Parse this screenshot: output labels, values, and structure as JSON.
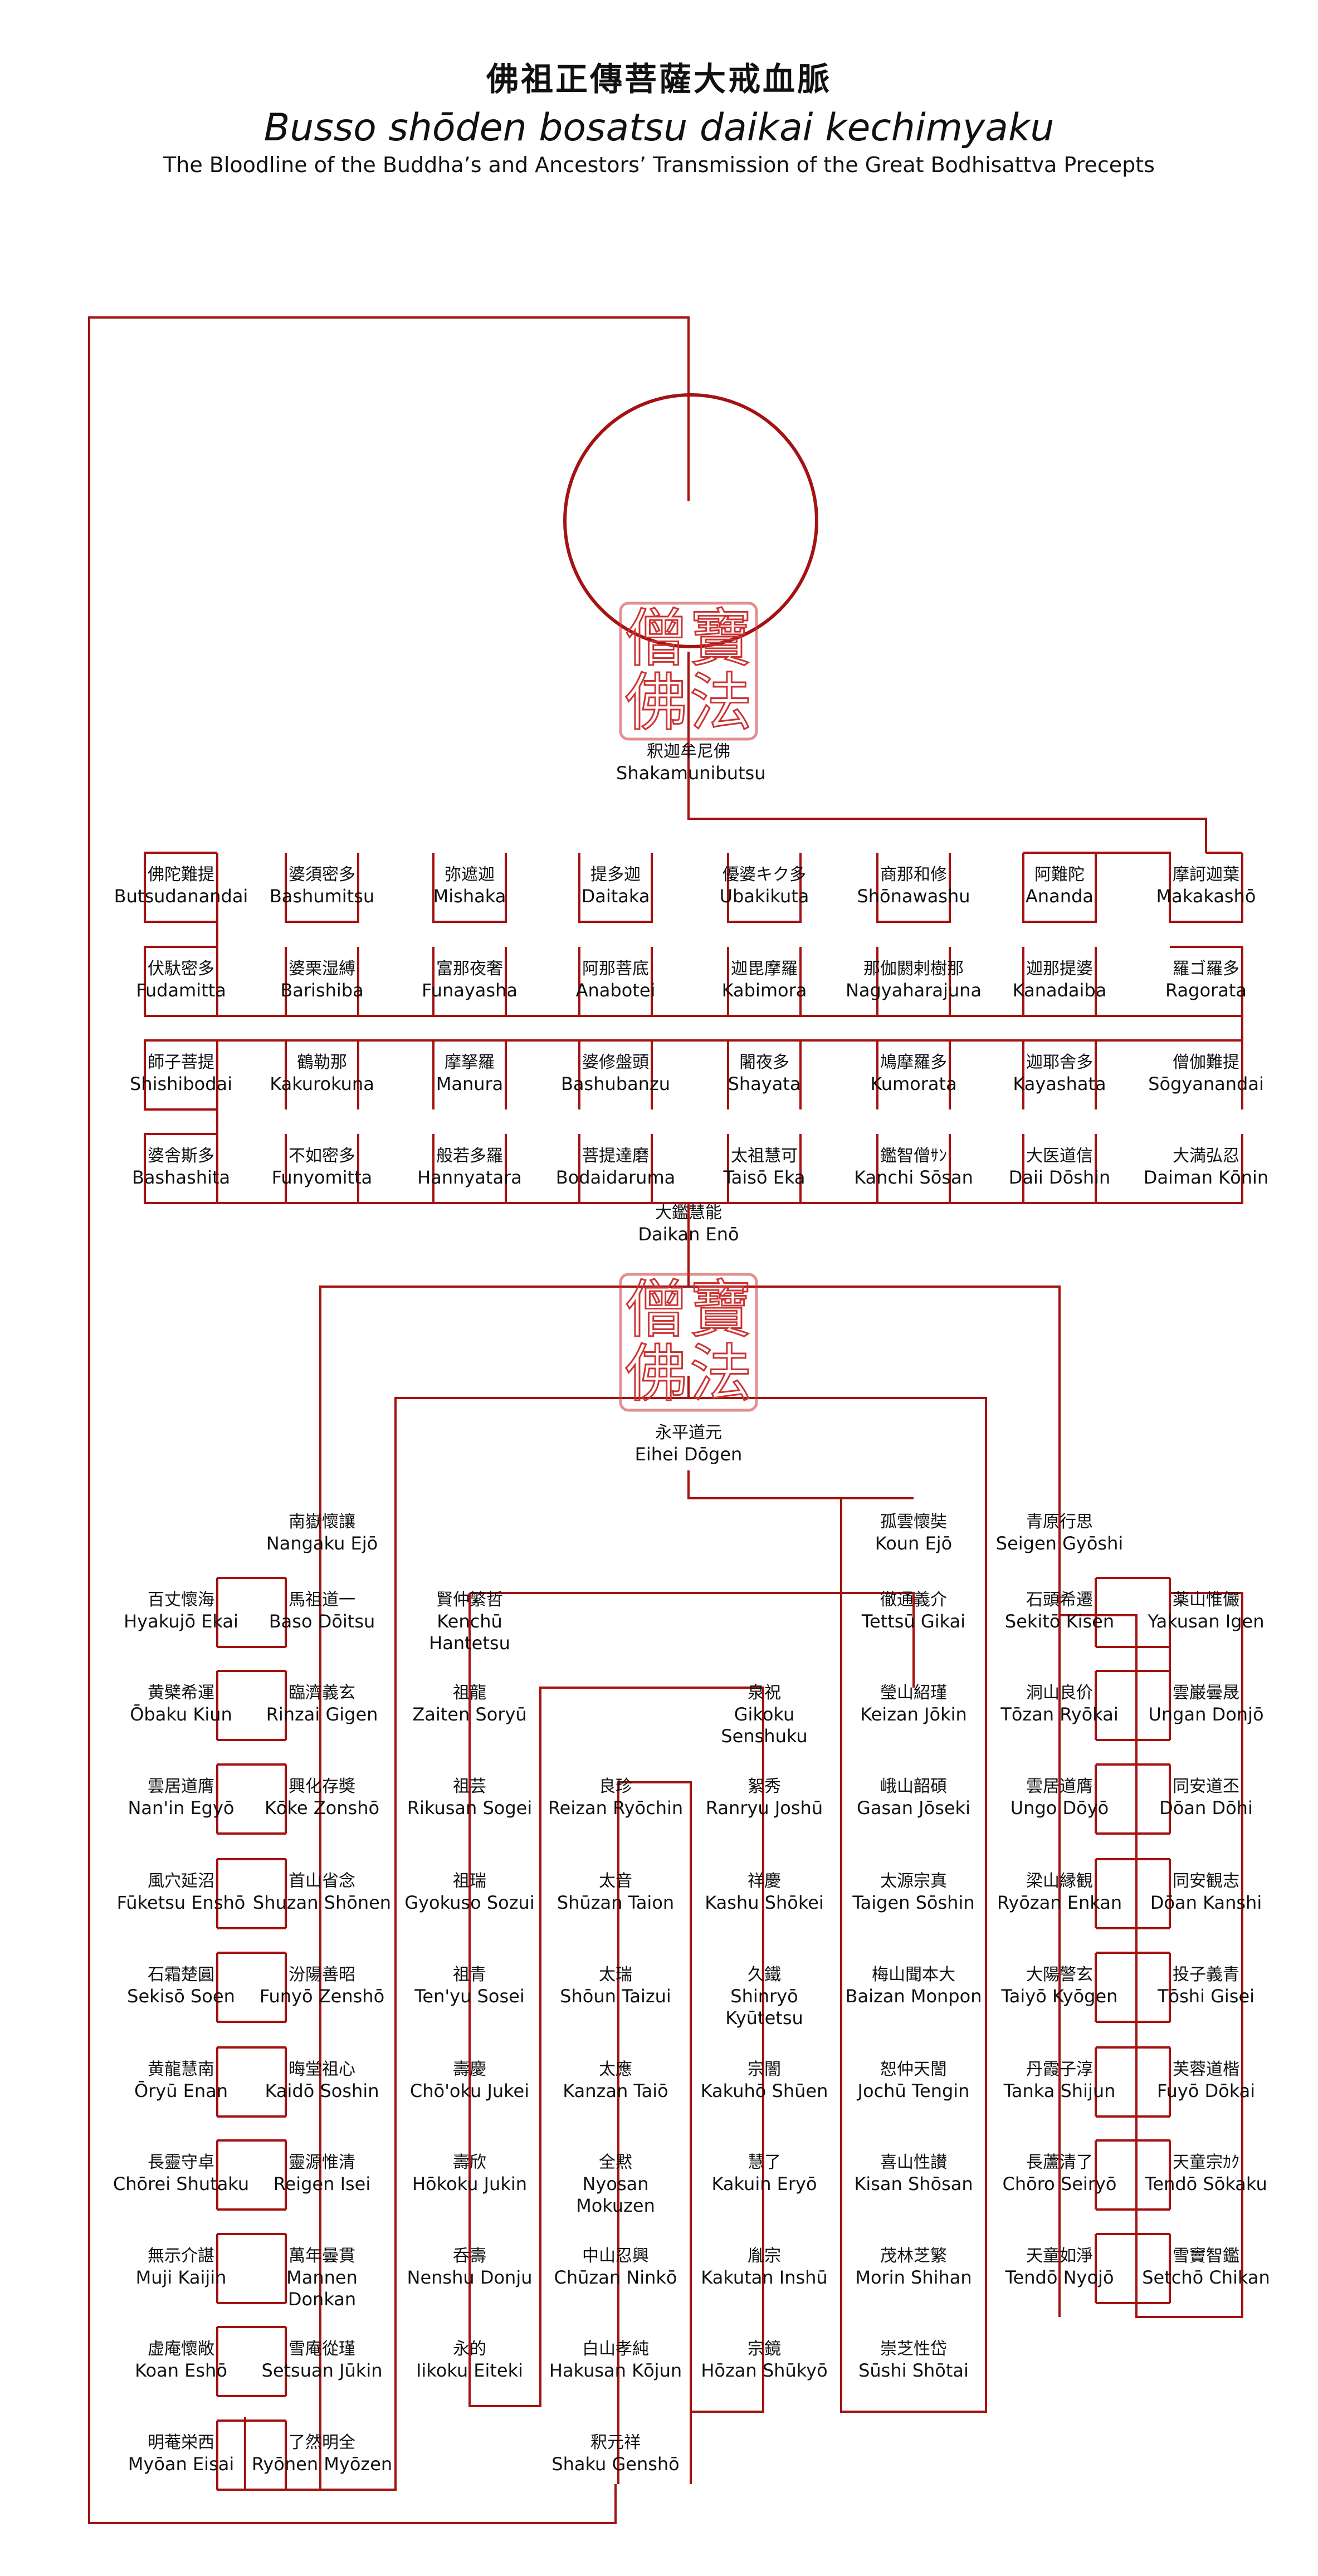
{
  "title": {
    "kanji": "佛祖正傳菩薩大戒血脈",
    "romaji": "Busso shōden bosatsu daikai kechimyaku",
    "english": "The Bloodline of the Buddha’s and Ancestors’ Transmission of the Great Bodhisattva Precepts"
  },
  "colors": {
    "line": "#a51212",
    "seal": "#cc3333",
    "text": "#111111"
  },
  "seal_text": "佛法僧寶",
  "nodes": {
    "shakamunibutsu": {
      "jp": "釈迦牟尼佛",
      "ro": "Shakamunibutsu"
    },
    "makakasho": {
      "jp": "摩訶迦葉",
      "ro": "Makakashō"
    },
    "ananda": {
      "jp": "阿難陀",
      "ro": "Ananda"
    },
    "shonawashu": {
      "jp": "商那和修",
      "ro": "Shōnawashu"
    },
    "ubakikuta": {
      "jp": "優婆キク多",
      "ro": "Ubakikuta"
    },
    "daitaka": {
      "jp": "提多迦",
      "ro": "Daitaka"
    },
    "mishaka": {
      "jp": "弥遮迦",
      "ro": "Mishaka"
    },
    "bashumitsu": {
      "jp": "婆須密多",
      "ro": "Bashumitsu"
    },
    "butsudanandai": {
      "jp": "佛陀難提",
      "ro": "Butsudanandai"
    },
    "fudamitta": {
      "jp": "伏馱密多",
      "ro": "Fudamitta"
    },
    "barishiba": {
      "jp": "婆栗湿縛",
      "ro": "Barishiba"
    },
    "funayasha": {
      "jp": "富那夜奢",
      "ro": "Funayasha"
    },
    "anabotei": {
      "jp": "阿那菩底",
      "ro": "Anabotei"
    },
    "kabimora": {
      "jp": "迦毘摩羅",
      "ro": "Kabimora"
    },
    "nagyaharajuna": {
      "jp": "那伽閼剌樹那",
      "ro": "Nagyaharajuna"
    },
    "kanadaiba": {
      "jp": "迦那提婆",
      "ro": "Kanadaiba"
    },
    "ragorata": {
      "jp": "羅ゴ羅多",
      "ro": "Ragorata"
    },
    "sogyanandai": {
      "jp": "僧伽難提",
      "ro": "Sōgyanandai"
    },
    "kayashata": {
      "jp": "迦耶舎多",
      "ro": "Kayashata"
    },
    "kumorata": {
      "jp": "鳩摩羅多",
      "ro": "Kumorata"
    },
    "shayata": {
      "jp": "闍夜多",
      "ro": "Shayata"
    },
    "bashubanzu": {
      "jp": "婆修盤頭",
      "ro": "Bashubanzu"
    },
    "manura": {
      "jp": "摩拏羅",
      "ro": "Manura"
    },
    "kakurokuna": {
      "jp": "鶴勒那",
      "ro": "Kakurokuna"
    },
    "shishibodai": {
      "jp": "師子菩提",
      "ro": "Shishibodai"
    },
    "bashashita": {
      "jp": "婆舎斯多",
      "ro": "Bashashita"
    },
    "funyomitta": {
      "jp": "不如密多",
      "ro": "Funyomitta"
    },
    "hannyatara": {
      "jp": "般若多羅",
      "ro": "Hannyatara"
    },
    "bodaidaruma": {
      "jp": "菩提達磨",
      "ro": "Bodaidaruma"
    },
    "taiso_eka": {
      "jp": "太祖慧可",
      "ro": "Taisō Eka"
    },
    "kanchi_sosan": {
      "jp": "鑑智僧ｻﾝ",
      "ro": "Kanchi Sōsan"
    },
    "daii_doshin": {
      "jp": "大医道信",
      "ro": "Daii Dōshin"
    },
    "daiman_konin": {
      "jp": "大満弘忍",
      "ro": "Daiman Kōnin"
    },
    "daikan_eno": {
      "jp": "大鑑慧能",
      "ro": "Daikan Enō"
    },
    "eihei_dogen": {
      "jp": "永平道元",
      "ro": "Eihei Dōgen"
    },
    "nangaku_ejo": {
      "jp": "南嶽懷讓",
      "ro": "Nangaku Ejō"
    },
    "baso_doitsu": {
      "jp": "馬祖道一",
      "ro": "Baso Dōitsu"
    },
    "hyakujo_ekai": {
      "jp": "百丈懷海",
      "ro": "Hyakujō Ekai"
    },
    "obaku_kiun": {
      "jp": "黄檗希運",
      "ro": "Ōbaku Kiun"
    },
    "rinzai_gigen": {
      "jp": "臨濟義玄",
      "ro": "Rinzai Gigen"
    },
    "koke_zonsho": {
      "jp": "興化存奬",
      "ro": "Kōke Zonshō"
    },
    "nanin_egyo": {
      "jp": "雲居道膺",
      "ro": "Nan'in Egyō"
    },
    "fuketsu_ensho": {
      "jp": "風穴延沼",
      "ro": "Fūketsu Enshō"
    },
    "shuzan_shonen": {
      "jp": "首山省念",
      "ro": "Shuzan Shōnen"
    },
    "funyo_zensho": {
      "jp": "汾陽善昭",
      "ro": "Funyō Zenshō"
    },
    "sekiso_soen": {
      "jp": "石霜楚圓",
      "ro": "Sekisō Soen"
    },
    "oryu_enan": {
      "jp": "黄龍慧南",
      "ro": "Ōryū Enan"
    },
    "kaido_soshin": {
      "jp": "晦堂祖心",
      "ro": "Kaidō Soshin"
    },
    "reigen_isei": {
      "jp": "靈源惟清",
      "ro": "Reigen Isei"
    },
    "chorei_shutaku": {
      "jp": "長靈守卓",
      "ro": "Chōrei Shutaku"
    },
    "muji_kaijin": {
      "jp": "無示介諶",
      "ro": "Muji Kaijin"
    },
    "mannen_donkan": {
      "jp": "萬年曇貫",
      "ro": "Mannen Donkan"
    },
    "setsuan_jukin": {
      "jp": "雪庵從瑾",
      "ro": "Setsuan Jūkin"
    },
    "koan_esho": {
      "jp": "虚庵懷敞",
      "ro": "Koan Eshō"
    },
    "myoan_eisai": {
      "jp": "明菴栄西",
      "ro": "Myōan Eisai"
    },
    "ryonen_myozen": {
      "jp": "了然明全",
      "ro": "Ryōnen Myōzen"
    },
    "kenchu_hantetsu": {
      "jp": "賢仲繁哲",
      "ro": "Kenchū Hantetsu"
    },
    "zaiten_soryu": {
      "jp": "祖龍",
      "ro": "Zaiten Soryū"
    },
    "rikusan_sogei": {
      "jp": "祖芸",
      "ro": "Rikusan Sogei"
    },
    "gyokuso_sozui": {
      "jp": "祖瑞",
      "ro": "Gyokuso Sozui"
    },
    "tenyu_sosei": {
      "jp": "祖青",
      "ro": "Ten'yu Sosei"
    },
    "chooku_jukei": {
      "jp": "壽慶",
      "ro": "Chō'oku Jukei"
    },
    "hokoku_jukin": {
      "jp": "壽欣",
      "ro": "Hōkoku Jukin"
    },
    "nenshu_donju": {
      "jp": "呑壽",
      "ro": "Nenshu Donju"
    },
    "iikoku_eiteki": {
      "jp": "永的",
      "ro": "Iikoku Eiteki"
    },
    "reizan_ryochin": {
      "jp": "良珍",
      "ro": "Reizan Ryōchin"
    },
    "shuzan_taion": {
      "jp": "太音",
      "ro": "Shūzan Taion"
    },
    "shoun_taizui": {
      "jp": "太瑞",
      "ro": "Shōun Taizui"
    },
    "kanzan_taio": {
      "jp": "太應",
      "ro": "Kanzan Taiō"
    },
    "nyosan_mokuzen": {
      "jp": "全黙",
      "ro": "Nyosan Mokuzen"
    },
    "chuzan_ninko": {
      "jp": "中山忍興",
      "ro": "Chūzan Ninkō"
    },
    "hakusan_kojun": {
      "jp": "白山孝純",
      "ro": "Hakusan Kōjun"
    },
    "shaku_gensho": {
      "jp": "釈元祥",
      "ro": "Shaku Genshō"
    },
    "gikoku_senshuku": {
      "jp": "泉祝",
      "ro": "Gikoku Senshuku"
    },
    "ranryu_josho": {
      "jp": "絮秀",
      "ro": "Ranryu Joshū"
    },
    "kashu_shokei": {
      "jp": "祥慶",
      "ro": "Kashu Shōkei"
    },
    "shinryo_kyutetsu": {
      "jp": "久鐵",
      "ro": "Shinryō Kyūtetsu"
    },
    "kakuho_shuen": {
      "jp": "宗闇",
      "ro": "Kakuhō Shūen"
    },
    "kakuin_eryo": {
      "jp": "慧了",
      "ro": "Kakuin Eryō"
    },
    "kakutan_inshu": {
      "jp": "胤宗",
      "ro": "Kakutan Inshū"
    },
    "hozan_shukyo": {
      "jp": "宗鏡",
      "ro": "Hōzan Shūkyō"
    },
    "koun_ejo": {
      "jp": "孤雲懷奘",
      "ro": "Koun Ejō"
    },
    "tettsu_gikai": {
      "jp": "徹通義介",
      "ro": "Tettsū Gikai"
    },
    "keizan_jokin": {
      "jp": "瑩山紹瑾",
      "ro": "Keizan Jōkin"
    },
    "gasan_joseki": {
      "jp": "峨山韶碩",
      "ro": "Gasan Jōseki"
    },
    "taigen_soshin": {
      "jp": "太源宗真",
      "ro": "Taigen Sōshin"
    },
    "baizan_monpon": {
      "jp": "梅山聞本大",
      "ro": "Baizan Monpon"
    },
    "jochu_tengin": {
      "jp": "恕仲天誾",
      "ro": "Jochū Tengin"
    },
    "kisan_shosan": {
      "jp": "喜山性讃",
      "ro": "Kisan Shōsan"
    },
    "morin_shihan": {
      "jp": "茂林芝繁",
      "ro": "Morin Shihan"
    },
    "sushi_shotai": {
      "jp": "崇芝性岱",
      "ro": "Sūshi Shōtai"
    },
    "seigen_gyoshi": {
      "jp": "青原行思",
      "ro": "Seigen Gyōshi"
    },
    "sekito_kisen": {
      "jp": "石頭希遷",
      "ro": "Sekitō Kisen"
    },
    "yakusan_igen": {
      "jp": "薬山惟儼",
      "ro": "Yakusan Igen"
    },
    "ungan_donjo": {
      "jp": "雲巌曇晟",
      "ro": "Ungan Donjō"
    },
    "tozan_ryokai": {
      "jp": "洞山良价",
      "ro": "Tōzan Ryōkai"
    },
    "ungo_doyo": {
      "jp": "雲居道膺",
      "ro": "Ungo Dōyō"
    },
    "doan_dohi": {
      "jp": "同安道丕",
      "ro": "Dōan Dōhi"
    },
    "doan_kanshi": {
      "jp": "同安観志",
      "ro": "Dōan Kanshi"
    },
    "ryozan_enkan": {
      "jp": "梁山縁観",
      "ro": "Ryōzan Enkan"
    },
    "taiyo_kyogen": {
      "jp": "大陽警玄",
      "ro": "Taiyō Kyōgen"
    },
    "toshi_gisei": {
      "jp": "投子義青",
      "ro": "Tōshi Gisei"
    },
    "fuyo_dokai": {
      "jp": "芙蓉道楷",
      "ro": "Fuyō Dōkai"
    },
    "tanka_shijun": {
      "jp": "丹霞子淳",
      "ro": "Tanka Shijun"
    },
    "choro_seiryo": {
      "jp": "長蘆清了",
      "ro": "Chōro Seiryō"
    },
    "tendo_sokaku": {
      "jp": "天童宗ｶｸ",
      "ro": "Tendō Sōkaku"
    },
    "setcho_chikan": {
      "jp": "雪竇智鑑",
      "ro": "Setchō Chikan"
    },
    "tendo_nyojo": {
      "jp": "天童如淨",
      "ro": "Tendō Nyojō"
    }
  }
}
